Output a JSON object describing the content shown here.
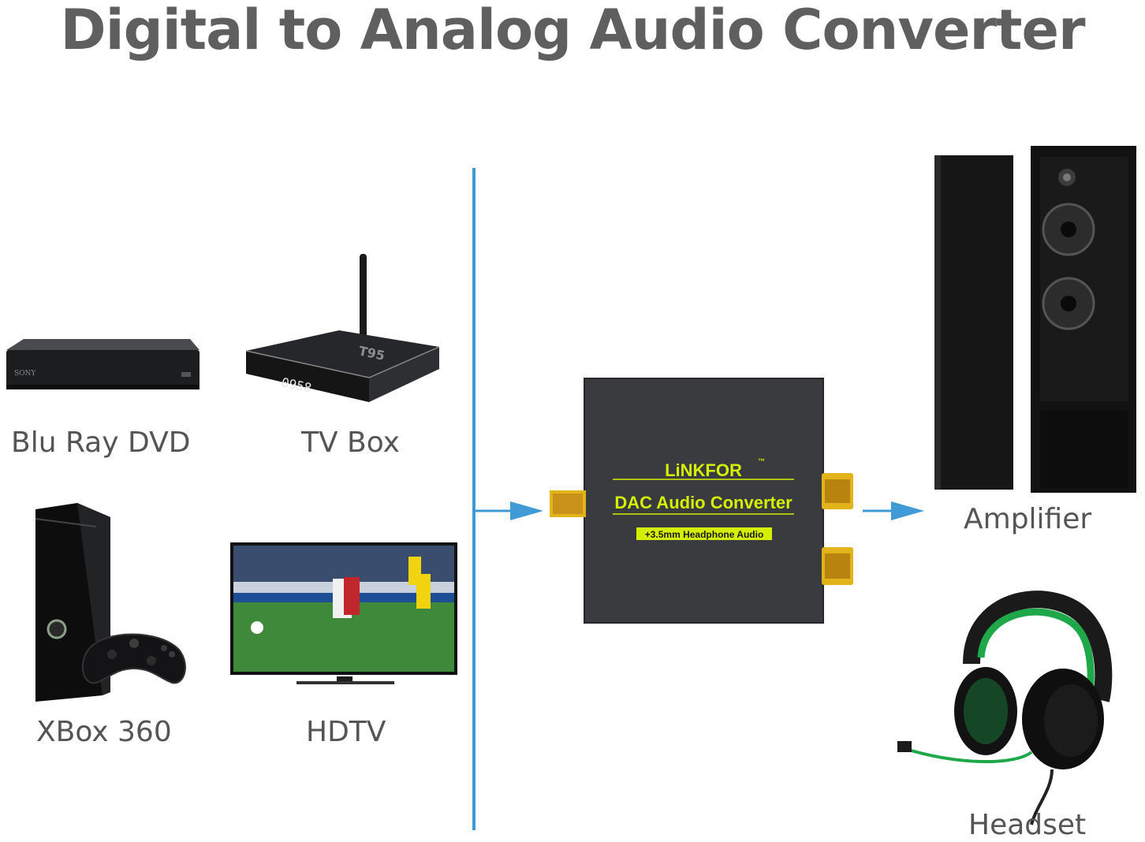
{
  "title": "Digital to Analog Audio Converter",
  "sources": {
    "bluray": {
      "label": "Blu Ray DVD",
      "brand": "SONY"
    },
    "tvbox": {
      "label": "TV Box",
      "display": "0958",
      "logo": "T95"
    },
    "xbox": {
      "label": "XBox 360"
    },
    "hdtv": {
      "label": "HDTV"
    }
  },
  "converter": {
    "brand": "LiNKFOR",
    "trademark": "™",
    "name": "DAC Audio Converter",
    "subtitle": "+3.5mm Headphone Audio"
  },
  "outputs": {
    "amplifier": {
      "label": "Amplifier"
    },
    "headset": {
      "label": "Headset"
    }
  },
  "colors": {
    "title": "#5f5f5f",
    "label": "#555555",
    "arrow": "#3f9ad6",
    "brand_yellow": "#d4f000",
    "converter_body": "#3b3d40",
    "gold": "#d9a514",
    "headset_green": "#1ea84a"
  }
}
